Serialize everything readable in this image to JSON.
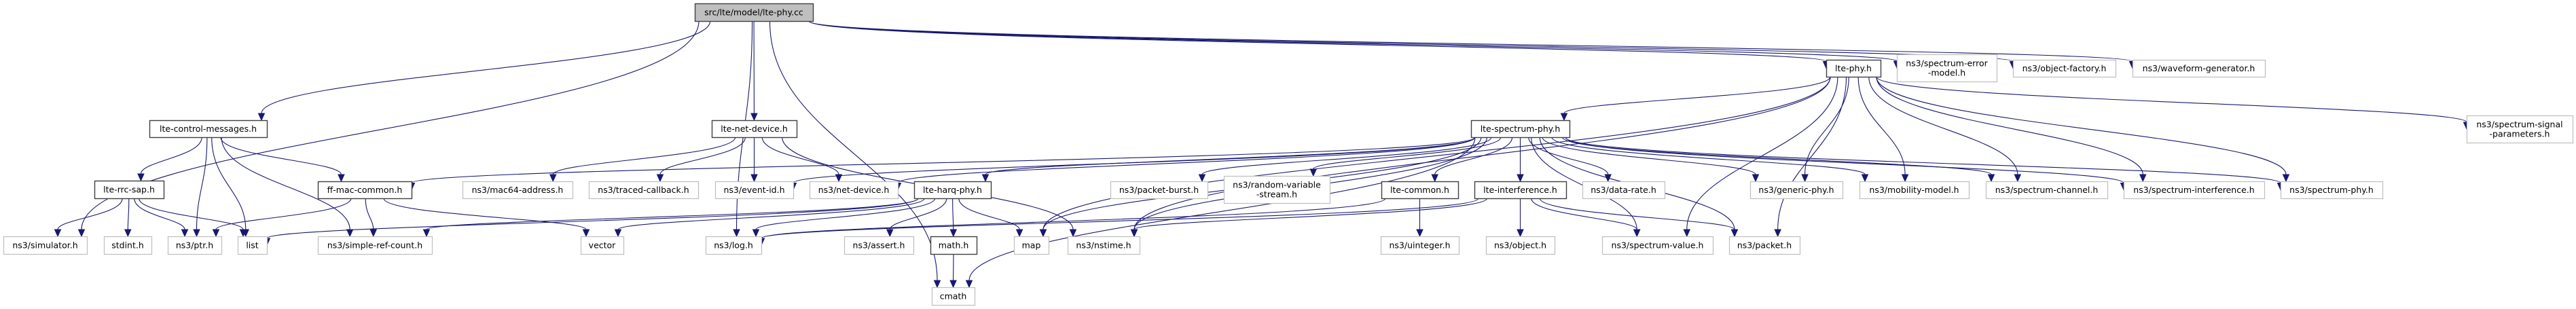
{
  "title": "Include dependency graph for src/lte/model/lte-phy.cc",
  "colors": {
    "edge": "#191970",
    "root_fill": "#bfbfbf",
    "internal_border": "#404040",
    "external_border": "#bfbfbf"
  },
  "nodes": [
    {
      "id": "root",
      "label": "src/lte/model/lte-phy.cc",
      "kind": "root"
    },
    {
      "id": "lte-control-messages",
      "label": "lte-control-messages.h",
      "kind": "internal"
    },
    {
      "id": "lte-net-device",
      "label": "lte-net-device.h",
      "kind": "internal"
    },
    {
      "id": "lte-phy",
      "label": "lte-phy.h",
      "kind": "internal"
    },
    {
      "id": "spectrum-error-model",
      "label": [
        "ns3/spectrum-error",
        "-model.h"
      ],
      "kind": "external"
    },
    {
      "id": "object-factory",
      "label": "ns3/object-factory.h",
      "kind": "external"
    },
    {
      "id": "waveform-generator",
      "label": "ns3/waveform-generator.h",
      "kind": "external"
    },
    {
      "id": "spectrum-signal-parameters",
      "label": [
        "ns3/spectrum-signal",
        "-parameters.h"
      ],
      "kind": "external"
    },
    {
      "id": "lte-spectrum-phy",
      "label": "lte-spectrum-phy.h",
      "kind": "internal"
    },
    {
      "id": "lte-rrc-sap",
      "label": "lte-rrc-sap.h",
      "kind": "internal"
    },
    {
      "id": "ff-mac-common",
      "label": "ff-mac-common.h",
      "kind": "internal"
    },
    {
      "id": "mac64-address",
      "label": "ns3/mac64-address.h",
      "kind": "external"
    },
    {
      "id": "traced-callback",
      "label": "ns3/traced-callback.h",
      "kind": "external"
    },
    {
      "id": "event-id",
      "label": "ns3/event-id.h",
      "kind": "external"
    },
    {
      "id": "net-device",
      "label": "ns3/net-device.h",
      "kind": "external"
    },
    {
      "id": "lte-harq-phy",
      "label": "lte-harq-phy.h",
      "kind": "internal"
    },
    {
      "id": "packet-burst",
      "label": "ns3/packet-burst.h",
      "kind": "external"
    },
    {
      "id": "random-variable-stream",
      "label": [
        "ns3/random-variable",
        "-stream.h"
      ],
      "kind": "external"
    },
    {
      "id": "lte-common",
      "label": "lte-common.h",
      "kind": "internal"
    },
    {
      "id": "lte-interference",
      "label": "lte-interference.h",
      "kind": "internal"
    },
    {
      "id": "data-rate",
      "label": "ns3/data-rate.h",
      "kind": "external"
    },
    {
      "id": "generic-phy",
      "label": "ns3/generic-phy.h",
      "kind": "external"
    },
    {
      "id": "mobility-model",
      "label": "ns3/mobility-model.h",
      "kind": "external"
    },
    {
      "id": "spectrum-channel",
      "label": "ns3/spectrum-channel.h",
      "kind": "external"
    },
    {
      "id": "spectrum-interference",
      "label": "ns3/spectrum-interference.h",
      "kind": "external"
    },
    {
      "id": "spectrum-phy",
      "label": "ns3/spectrum-phy.h",
      "kind": "external"
    },
    {
      "id": "simulator",
      "label": "ns3/simulator.h",
      "kind": "external"
    },
    {
      "id": "stdint",
      "label": "stdint.h",
      "kind": "external"
    },
    {
      "id": "ptr",
      "label": "ns3/ptr.h",
      "kind": "external"
    },
    {
      "id": "list",
      "label": "list",
      "kind": "external"
    },
    {
      "id": "simple-ref-count",
      "label": "ns3/simple-ref-count.h",
      "kind": "external"
    },
    {
      "id": "vector",
      "label": "vector",
      "kind": "external"
    },
    {
      "id": "log",
      "label": "ns3/log.h",
      "kind": "external"
    },
    {
      "id": "assert",
      "label": "ns3/assert.h",
      "kind": "external"
    },
    {
      "id": "math",
      "label": "math.h",
      "kind": "internal"
    },
    {
      "id": "map",
      "label": "map",
      "kind": "external"
    },
    {
      "id": "nstime",
      "label": "ns3/nstime.h",
      "kind": "external"
    },
    {
      "id": "uinteger",
      "label": "ns3/uinteger.h",
      "kind": "external"
    },
    {
      "id": "object",
      "label": "ns3/object.h",
      "kind": "external"
    },
    {
      "id": "spectrum-value",
      "label": "ns3/spectrum-value.h",
      "kind": "external"
    },
    {
      "id": "packet",
      "label": "ns3/packet.h",
      "kind": "external"
    },
    {
      "id": "cmath",
      "label": "cmath",
      "kind": "external"
    }
  ],
  "edges": [
    [
      "root",
      "lte-control-messages"
    ],
    [
      "root",
      "lte-net-device"
    ],
    [
      "root",
      "lte-phy"
    ],
    [
      "root",
      "spectrum-error-model"
    ],
    [
      "root",
      "object-factory"
    ],
    [
      "root",
      "waveform-generator"
    ],
    [
      "root",
      "simulator"
    ],
    [
      "root",
      "log"
    ],
    [
      "root",
      "cmath"
    ],
    [
      "lte-control-messages",
      "lte-rrc-sap"
    ],
    [
      "lte-control-messages",
      "ptr"
    ],
    [
      "lte-control-messages",
      "list"
    ],
    [
      "lte-control-messages",
      "simple-ref-count"
    ],
    [
      "lte-control-messages",
      "ff-mac-common"
    ],
    [
      "lte-rrc-sap",
      "simulator"
    ],
    [
      "lte-rrc-sap",
      "stdint"
    ],
    [
      "lte-rrc-sap",
      "ptr"
    ],
    [
      "lte-rrc-sap",
      "list"
    ],
    [
      "ff-mac-common",
      "ptr"
    ],
    [
      "ff-mac-common",
      "simple-ref-count"
    ],
    [
      "ff-mac-common",
      "vector"
    ],
    [
      "lte-net-device",
      "mac64-address"
    ],
    [
      "lte-net-device",
      "traced-callback"
    ],
    [
      "lte-net-device",
      "event-id"
    ],
    [
      "lte-net-device",
      "net-device"
    ],
    [
      "lte-net-device",
      "nstime"
    ],
    [
      "lte-phy",
      "lte-spectrum-phy"
    ],
    [
      "lte-phy",
      "generic-phy"
    ],
    [
      "lte-phy",
      "mobility-model"
    ],
    [
      "lte-phy",
      "spectrum-channel"
    ],
    [
      "lte-phy",
      "spectrum-interference"
    ],
    [
      "lte-phy",
      "spectrum-phy"
    ],
    [
      "lte-phy",
      "spectrum-signal-parameters"
    ],
    [
      "lte-phy",
      "packet"
    ],
    [
      "lte-phy",
      "spectrum-value"
    ],
    [
      "lte-phy",
      "nstime"
    ],
    [
      "lte-phy",
      "map"
    ],
    [
      "lte-spectrum-phy",
      "ff-mac-common"
    ],
    [
      "lte-spectrum-phy",
      "event-id"
    ],
    [
      "lte-spectrum-phy",
      "net-device"
    ],
    [
      "lte-spectrum-phy",
      "lte-harq-phy"
    ],
    [
      "lte-spectrum-phy",
      "packet-burst"
    ],
    [
      "lte-spectrum-phy",
      "random-variable-stream"
    ],
    [
      "lte-spectrum-phy",
      "lte-common"
    ],
    [
      "lte-spectrum-phy",
      "lte-interference"
    ],
    [
      "lte-spectrum-phy",
      "data-rate"
    ],
    [
      "lte-spectrum-phy",
      "generic-phy"
    ],
    [
      "lte-spectrum-phy",
      "mobility-model"
    ],
    [
      "lte-spectrum-phy",
      "spectrum-channel"
    ],
    [
      "lte-spectrum-phy",
      "spectrum-interference"
    ],
    [
      "lte-spectrum-phy",
      "spectrum-phy"
    ],
    [
      "lte-spectrum-phy",
      "spectrum-value"
    ],
    [
      "lte-spectrum-phy",
      "packet"
    ],
    [
      "lte-spectrum-phy",
      "nstime"
    ],
    [
      "lte-spectrum-phy",
      "map"
    ],
    [
      "lte-spectrum-phy",
      "cmath"
    ],
    [
      "lte-harq-phy",
      "list"
    ],
    [
      "lte-harq-phy",
      "simple-ref-count"
    ],
    [
      "lte-harq-phy",
      "vector"
    ],
    [
      "lte-harq-phy",
      "log"
    ],
    [
      "lte-harq-phy",
      "assert"
    ],
    [
      "lte-harq-phy",
      "math"
    ],
    [
      "lte-harq-phy",
      "map"
    ],
    [
      "math",
      "cmath"
    ],
    [
      "lte-common",
      "log"
    ],
    [
      "lte-common",
      "uinteger"
    ],
    [
      "lte-interference",
      "object"
    ],
    [
      "lte-interference",
      "spectrum-value"
    ],
    [
      "lte-interference",
      "packet"
    ],
    [
      "lte-interference",
      "nstime"
    ],
    [
      "lte-interference",
      "log"
    ]
  ]
}
